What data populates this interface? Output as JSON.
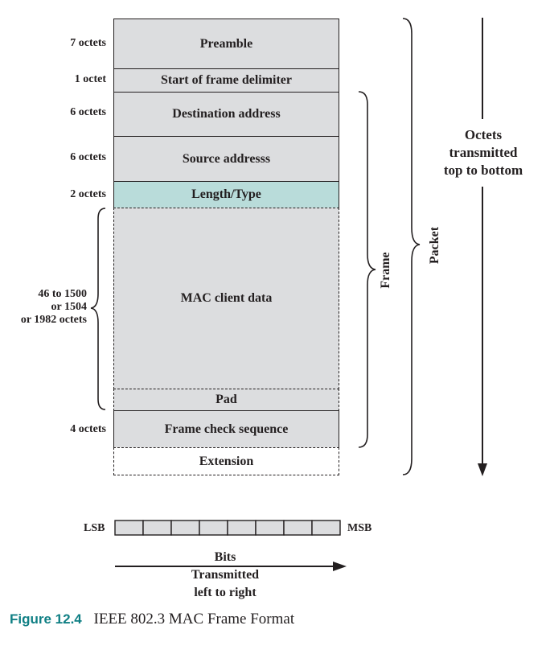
{
  "fields": [
    {
      "label": "Preamble",
      "size": "7 octets"
    },
    {
      "label": "Start of frame delimiter",
      "size": "1 octet"
    },
    {
      "label": "Destination address",
      "size": "6 octets"
    },
    {
      "label": "Source addresss",
      "size": "6 octets"
    },
    {
      "label": "Length/Type",
      "size": "2 octets"
    },
    {
      "label": "MAC client data",
      "size": "46 to 1500\nor 1504\nor 1982 octets"
    },
    {
      "label": "Pad",
      "size": ""
    },
    {
      "label": "Frame check sequence",
      "size": "4 octets"
    },
    {
      "label": "Extension",
      "size": ""
    }
  ],
  "brackets": {
    "frame": "Frame",
    "packet": "Packet"
  },
  "direction": {
    "octets": "Octets\ntransmitted\ntop to bottom"
  },
  "bits": {
    "lsb": "LSB",
    "msb": "MSB",
    "label": "Bits\nTransmitted\nleft to right"
  },
  "caption": {
    "figure": "Figure 12.4",
    "title": "IEEE 802.3 MAC Frame Format"
  },
  "colors": {
    "field_fill": "#dcdddf",
    "length_type_fill": "#b9dcda",
    "caption_accent": "#0f7f84"
  }
}
